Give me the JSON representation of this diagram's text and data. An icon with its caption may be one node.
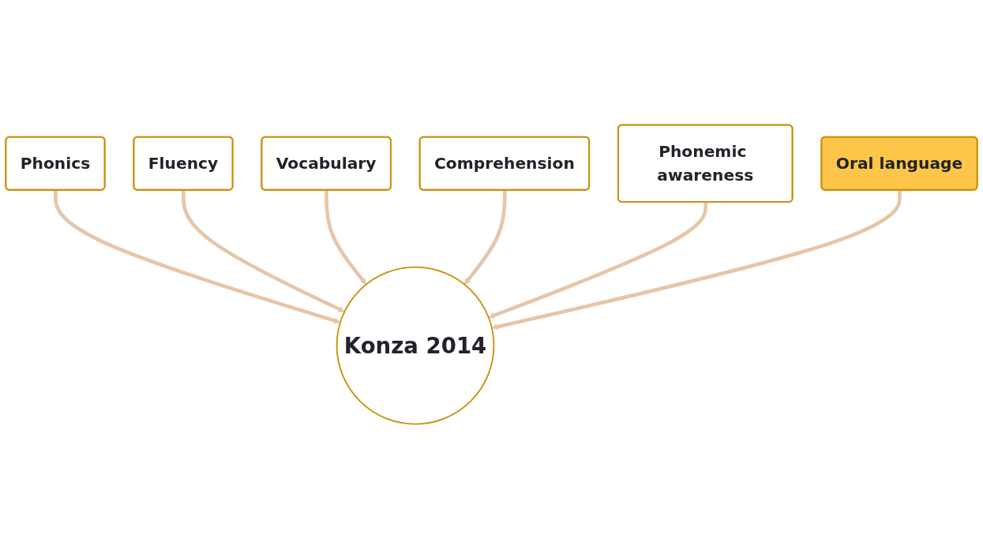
{
  "diagram": {
    "nodes": [
      {
        "text": [
          "Fluency"
        ]
      },
      {
        "text": [
          "Vocabulary"
        ]
      },
      {
        "text": [
          "Phonics"
        ]
      },
      {
        "text": [
          "Comprehension"
        ]
      },
      {
        "text": [
          "Konza 2014"
        ]
      },
      {
        "text": [
          "Phonemic awareness"
        ]
      },
      {
        "text": [
          "Oral language"
        ]
      }
    ],
    "edges": [
      {
        "from": 2,
        "to": 4,
        "arrow": "to"
      },
      {
        "from": 0,
        "to": 4,
        "arrow": "to"
      },
      {
        "from": 1,
        "to": 4,
        "arrow": "to"
      },
      {
        "from": 3,
        "to": 4,
        "arrow": "to"
      },
      {
        "from": 5,
        "to": 4,
        "arrow": "to"
      },
      {
        "from": 6,
        "to": 4,
        "arrow": "to"
      }
    ]
  }
}
